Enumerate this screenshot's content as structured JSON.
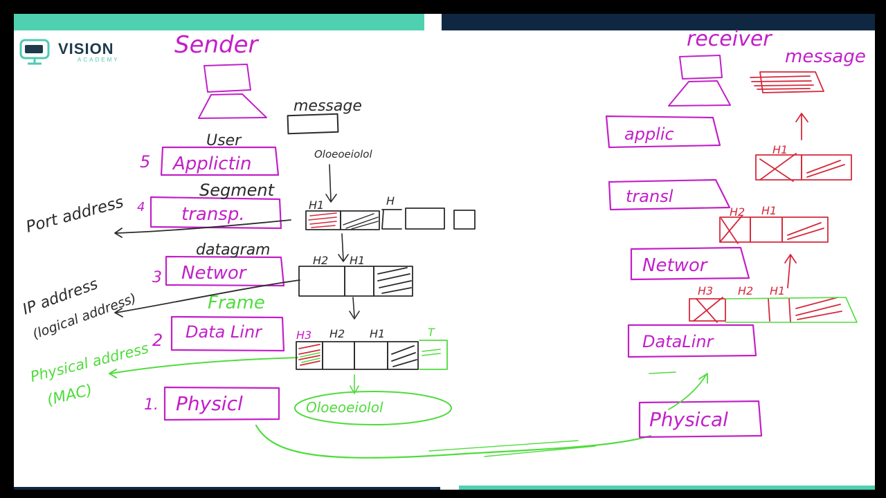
{
  "brand": {
    "name": "VISION",
    "sub": "ACADEMY",
    "colors": {
      "teal": "#4fd0b0",
      "navy": "#0f2741"
    }
  },
  "sender": {
    "title": "Sender",
    "user_label": "User",
    "message_label": "message",
    "bits_label": "Oloeoeiolol",
    "layers": [
      {
        "num": "5",
        "name": "Applictin"
      },
      {
        "num": "4",
        "name": "transp."
      },
      {
        "num": "3",
        "name": "Networ"
      },
      {
        "num": "2",
        "name": "Data Linr"
      },
      {
        "num": "1.",
        "name": "Physicl"
      }
    ],
    "pdu": {
      "segment": "Segment",
      "datagram": "datagram",
      "frame": "Frame"
    },
    "addresses": {
      "port": "Port address",
      "ip": "IP address",
      "logical": "(logical address)",
      "physical": "Physical address",
      "mac": "(MAC)"
    },
    "headers": {
      "h1": "H1",
      "h": "H",
      "h2": "H2",
      "h3": "H3",
      "t": "T"
    },
    "signal_bits": "Oloeoeiolol"
  },
  "receiver": {
    "title": "receiver",
    "message_label": "message",
    "layers": [
      {
        "name": "applic"
      },
      {
        "name": "transl"
      },
      {
        "name": "Networ"
      },
      {
        "name": "DataLinr"
      },
      {
        "name": "Physical"
      }
    ],
    "headers": {
      "h1": "H1",
      "h2": "H2",
      "h3": "H3"
    }
  }
}
